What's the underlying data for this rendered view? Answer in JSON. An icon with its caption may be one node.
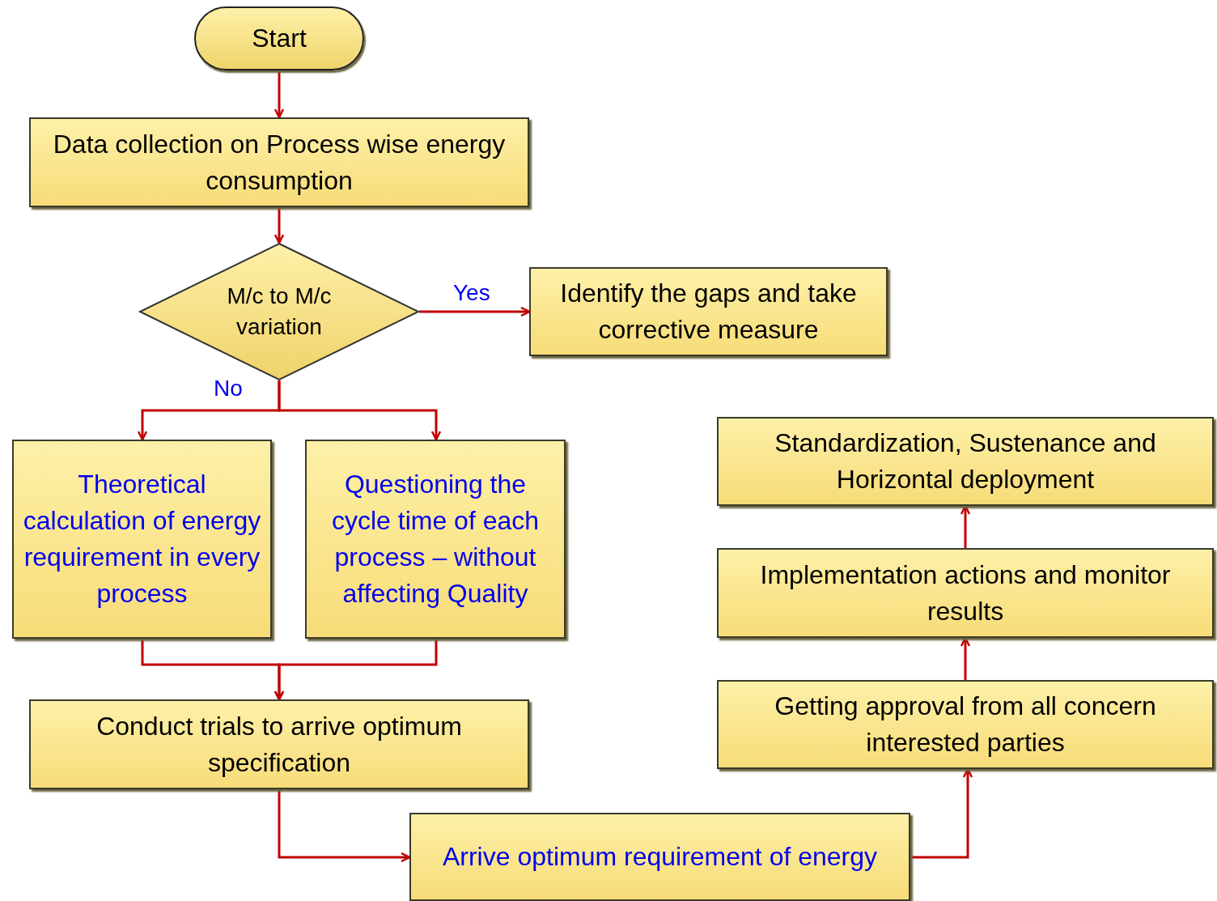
{
  "diagram": {
    "nodes": [
      {
        "text": [
          "Start"
        ]
      },
      {
        "text": [
          "Data collection on Process wise energy consumption"
        ]
      },
      {
        "text": [
          "M/c to M/c variation"
        ]
      },
      {
        "text": [
          "Identify the gaps and take corrective measure"
        ]
      },
      {
        "text": [
          "Theoretical calculation of energy requirement in every process"
        ]
      },
      {
        "text": [
          "Questioning the cycle time of each process – without affecting Quality"
        ]
      },
      {
        "text": [
          "Conduct trials to arrive optimum specification"
        ]
      },
      {
        "text": [
          "Arrive optimum requirement of energy"
        ]
      },
      {
        "text": [
          "Getting approval from all concern interested parties"
        ]
      },
      {
        "text": [
          "Implementation actions and monitor results"
        ]
      },
      {
        "text": [
          "Standardization, Sustenance and Horizontal deployment"
        ]
      }
    ],
    "edges": [
      {
        "from": 0,
        "to": 1,
        "arrow": "to"
      },
      {
        "from": 1,
        "to": 2,
        "arrow": "to"
      },
      {
        "from": 2,
        "to": 3,
        "arrow": "to",
        "label": "Yes"
      },
      {
        "from": 2,
        "to": 4,
        "arrow": "to",
        "label": "No"
      },
      {
        "from": 2,
        "to": 5,
        "arrow": "to"
      },
      {
        "from": 4,
        "to": 6,
        "arrow": "to"
      },
      {
        "from": 5,
        "to": 6,
        "arrow": "to"
      },
      {
        "from": 6,
        "to": 7,
        "arrow": "to"
      },
      {
        "from": 7,
        "to": 8,
        "arrow": "to"
      },
      {
        "from": 8,
        "to": 9,
        "arrow": "to"
      },
      {
        "from": 9,
        "to": 10,
        "arrow": "to"
      }
    ]
  }
}
